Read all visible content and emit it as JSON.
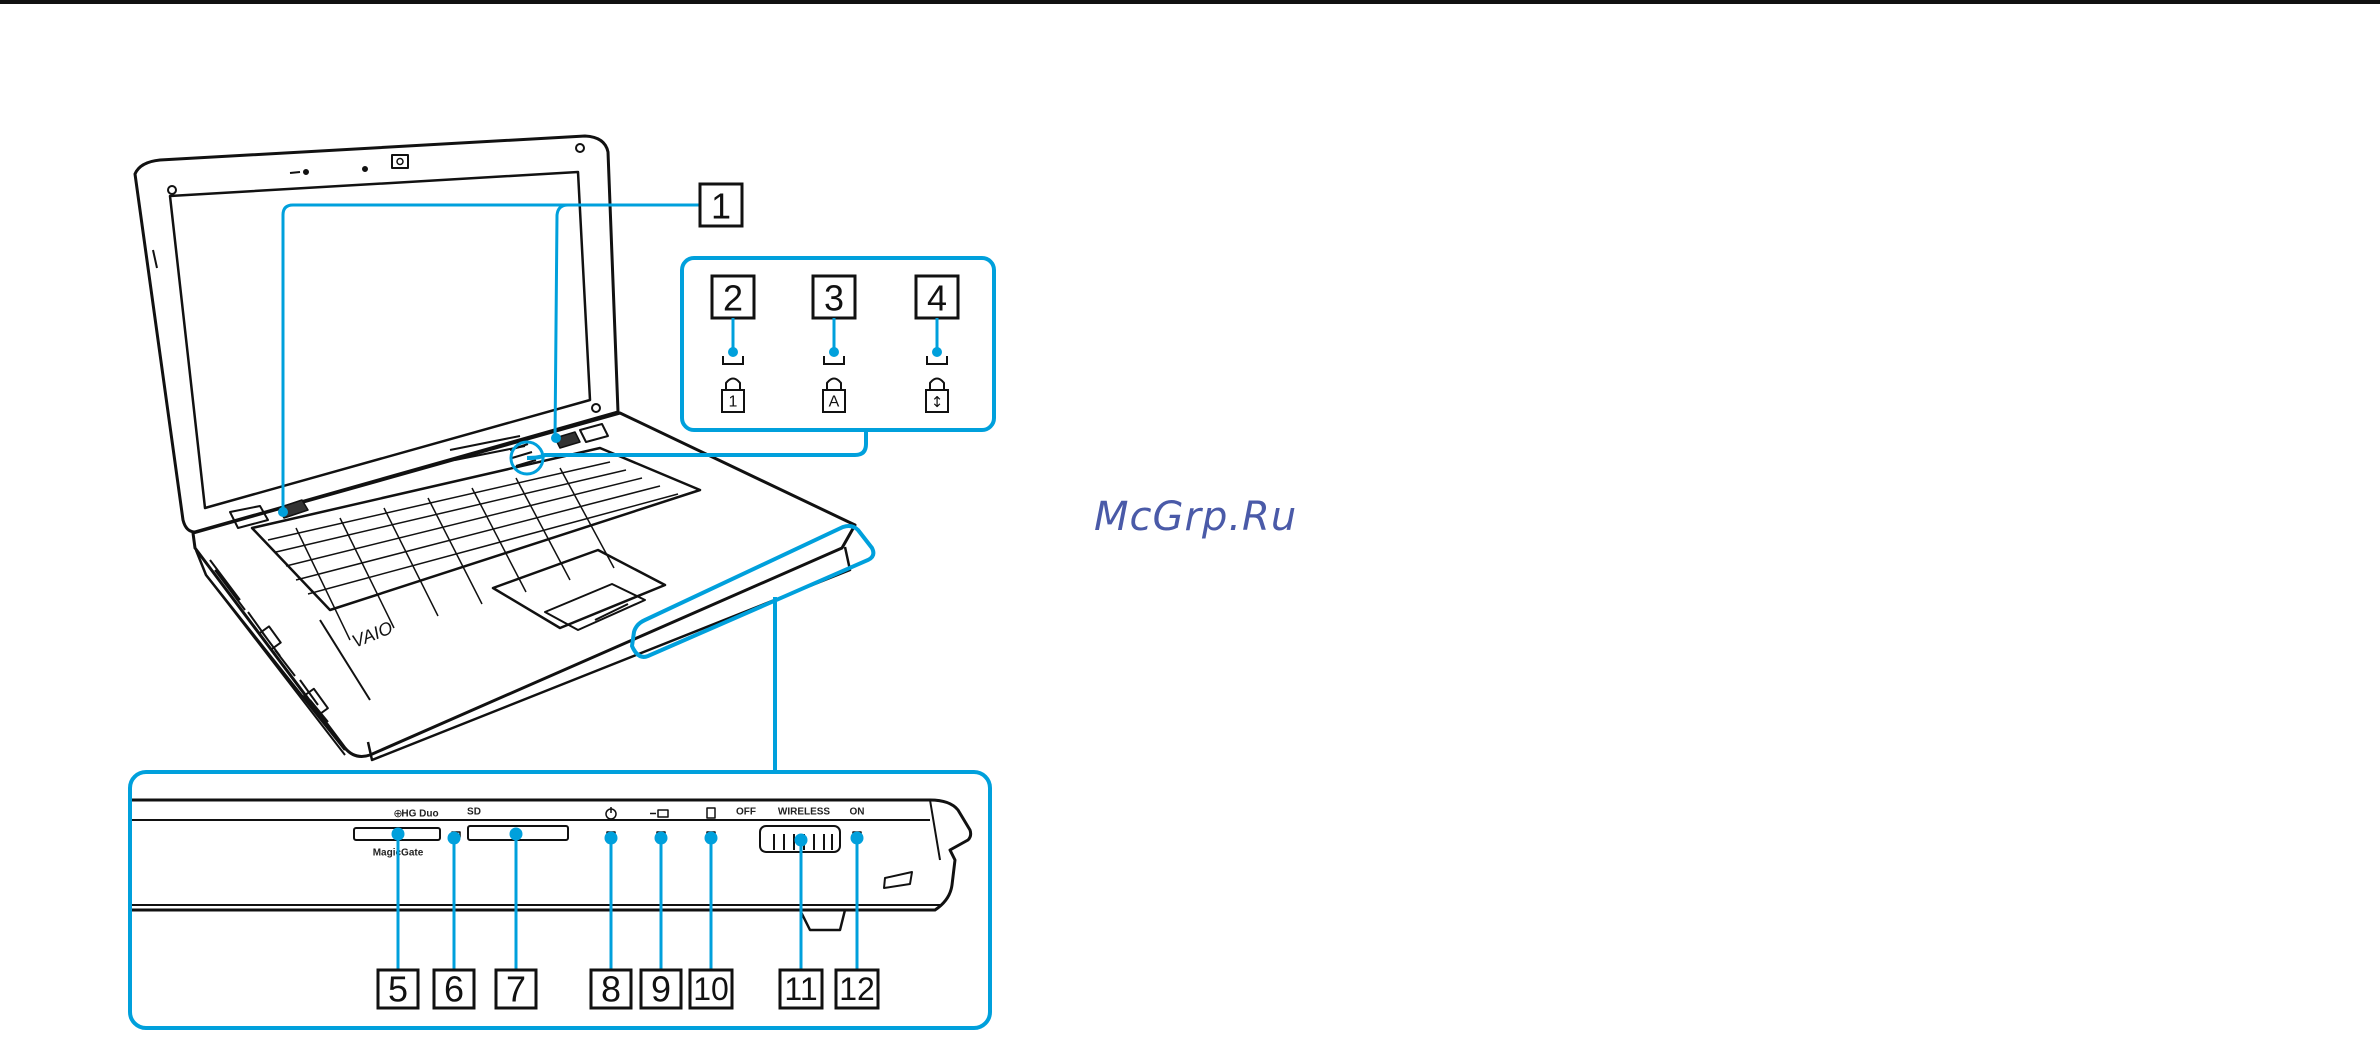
{
  "watermark": "McGrp.Ru",
  "callouts": [
    "1",
    "2",
    "3",
    "4",
    "5",
    "6",
    "7",
    "8",
    "9",
    "10",
    "11",
    "12"
  ],
  "indicator_symbols": {
    "num_lock": "1",
    "caps_lock": "A",
    "scroll_lock": "↕"
  },
  "front_panel_labels": {
    "memory_stick_logo": "HG Duo",
    "magic_gate": "MagicGate",
    "sd": "SD",
    "wireless_off": "OFF",
    "wireless": "WIRELESS",
    "wireless_on": "ON"
  },
  "colors": {
    "callout_line": "#00a0dc",
    "outline": "#111111",
    "frame": "#00a0dc"
  }
}
